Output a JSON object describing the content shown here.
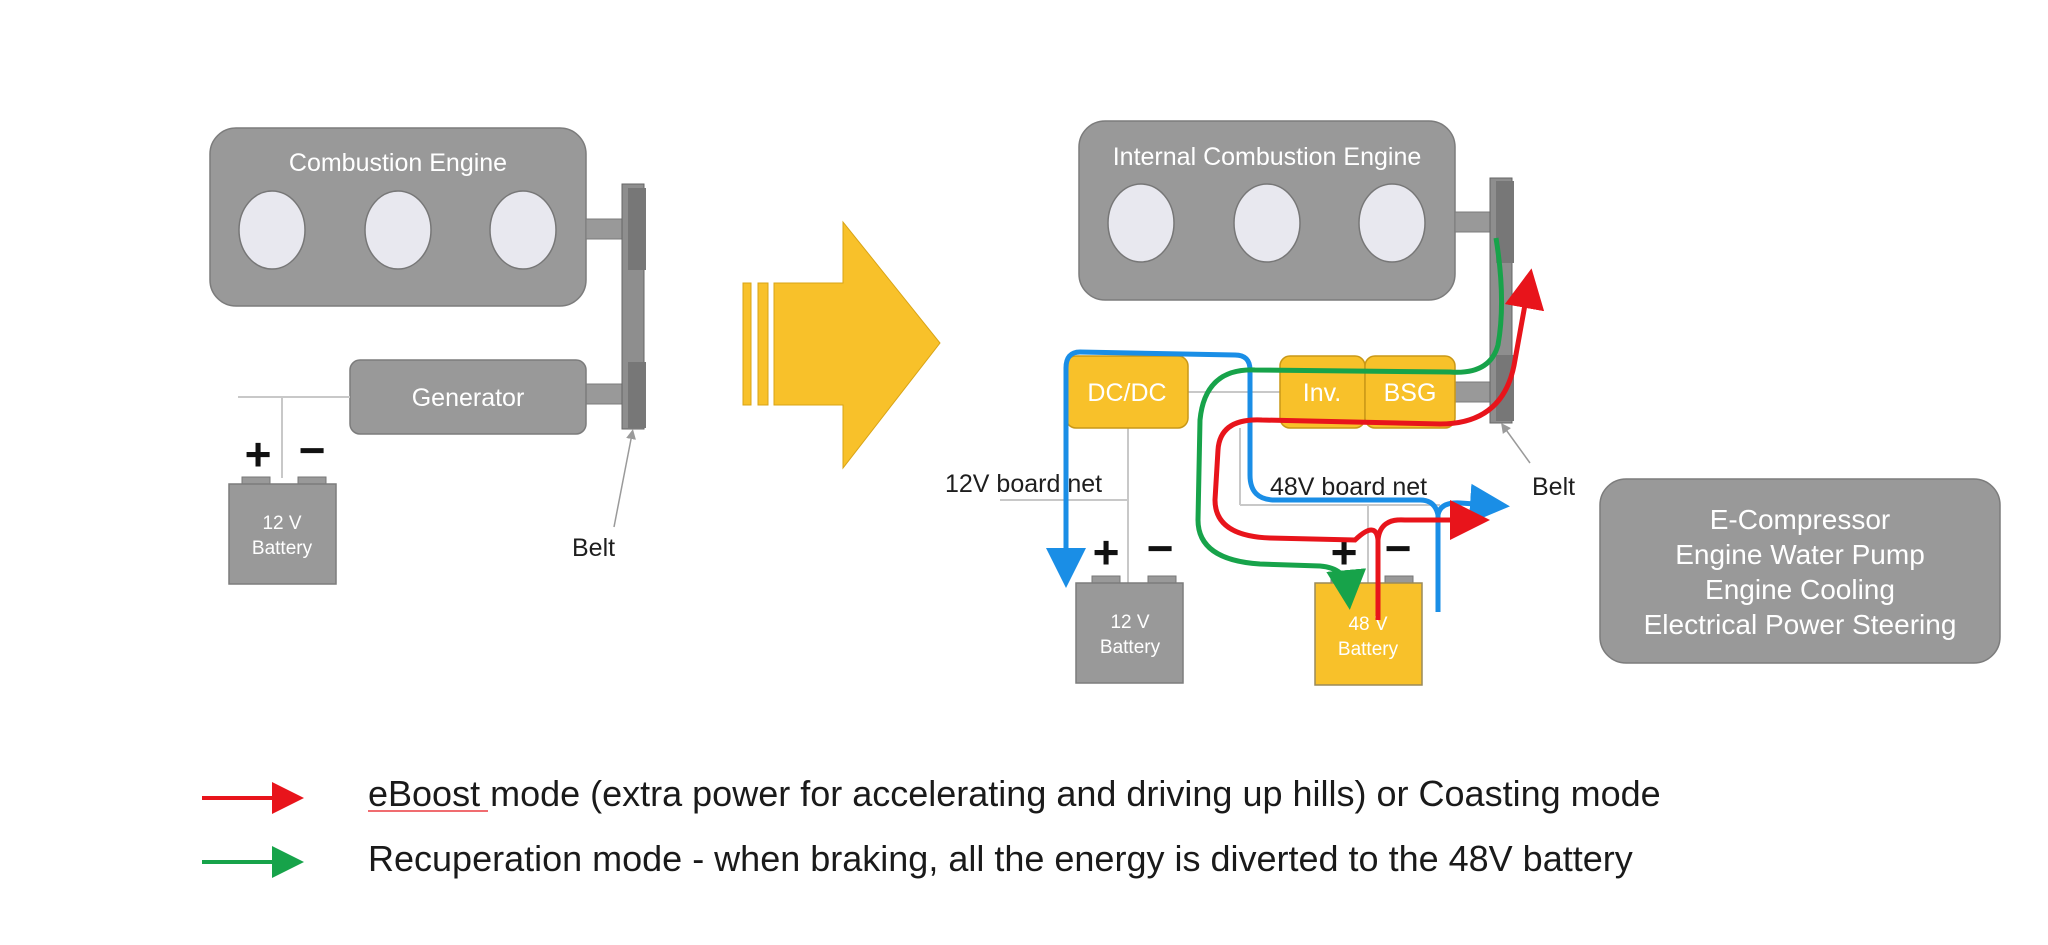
{
  "left_system": {
    "engine_label": "Combustion Engine",
    "generator_label": "Generator",
    "battery_line1": "12 V",
    "battery_line2": "Battery",
    "plus_sign": "+",
    "minus_sign": "−",
    "belt_label": "Belt"
  },
  "right_system": {
    "engine_label": "Internal Combustion Engine",
    "dcdc_label": "DC/DC",
    "inv_label": "Inv.",
    "bsg_label": "BSG",
    "board_net_12v": "12V board net",
    "board_net_48v": "48V board net",
    "belt_label": "Belt",
    "battery12_line1": "12 V",
    "battery12_line2": "Battery",
    "battery48_line1": "48 V",
    "battery48_line2": "Battery",
    "plus_sign": "+",
    "minus_sign": "−"
  },
  "aux_consumers": [
    "E-Compressor",
    "Engine Water Pump",
    "Engine Cooling",
    "Electrical Power Steering"
  ],
  "legend": [
    {
      "color": "#e8141b",
      "text": "eBoost mode (extra power for accelerating and driving up hills) or Coasting mode"
    },
    {
      "color": "#17a34a",
      "text": "Recuperation mode - when braking, all the energy is diverted to the 48V battery"
    }
  ],
  "colors": {
    "engine_gray": "#999999",
    "component_yellow": "#f8c12a",
    "arrow_yellow": "#f8c12a",
    "flow_red": "#e8141b",
    "flow_green": "#17a34a",
    "flow_blue": "#1a8ee6"
  }
}
